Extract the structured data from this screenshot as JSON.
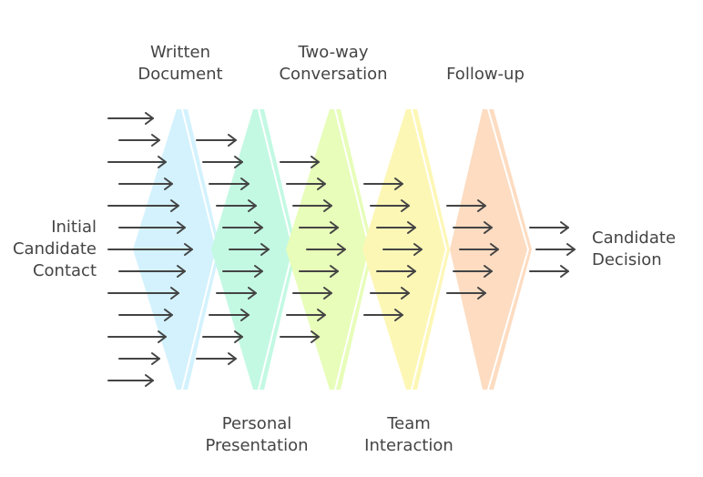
{
  "start_label": [
    "Initial",
    "Candidate",
    "Contact"
  ],
  "end_label": [
    "Candidate",
    "Decision"
  ],
  "stages": [
    {
      "label": [
        "Written",
        "Document"
      ],
      "label_position": "top",
      "color": "#d3f2fd"
    },
    {
      "label": [
        "Personal",
        "Presentation"
      ],
      "label_position": "bottom",
      "color": "#c3f9e3"
    },
    {
      "label": [
        "Two-way",
        "Conversation"
      ],
      "label_position": "top",
      "color": "#e7fdb9"
    },
    {
      "label": [
        "Team",
        "Interaction"
      ],
      "label_position": "bottom",
      "color": "#fdf7b6"
    },
    {
      "label": [
        "Follow-up"
      ],
      "label_position": "top",
      "color": "#fddcc1"
    }
  ],
  "arrow_color": "#444444",
  "stroke_color": "#ffffff"
}
